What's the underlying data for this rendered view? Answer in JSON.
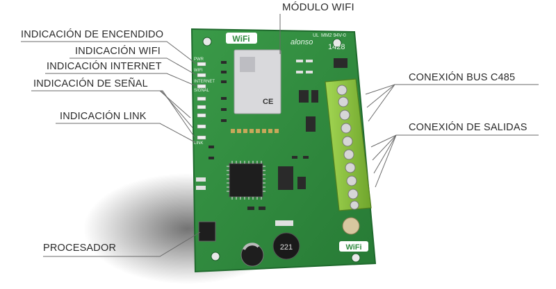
{
  "callouts": {
    "modulo_wifi": "MÓDULO WIFI",
    "encendido": "INDICACIÓN DE ENCENDIDO",
    "wifi": "INDICACIÓN WIFI",
    "internet": "INDICACIÓN INTERNET",
    "senal": "INDICACIÓN DE SEÑAL",
    "link": "INDICACIÓN LINK",
    "bus": "CONEXIÓN BUS C485",
    "salidas": "CONEXIÓN DE SALIDAS",
    "procesador": "PROCESADOR"
  },
  "board": {
    "logo_top": "WiFi",
    "brand": "alonso",
    "cert": "UL",
    "marking": "MM2 94V-0",
    "code": "1428",
    "silk_pwr": "PWR",
    "silk_wifi": "WIFI",
    "silk_internet": "INTERNET",
    "silk_signal": "SIGNAL",
    "silk_link": "LINK",
    "inductor_value": "221",
    "logo_bottom": "WiFi",
    "module_ce": "CE"
  },
  "colors": {
    "pcb": "#2f8a3e",
    "pcb_edge": "#1f6a2d",
    "terminal_block": "#8cc63f",
    "module": "#d9d9dc",
    "text": "#2a2a2a",
    "leader": "#6a6a6a"
  }
}
